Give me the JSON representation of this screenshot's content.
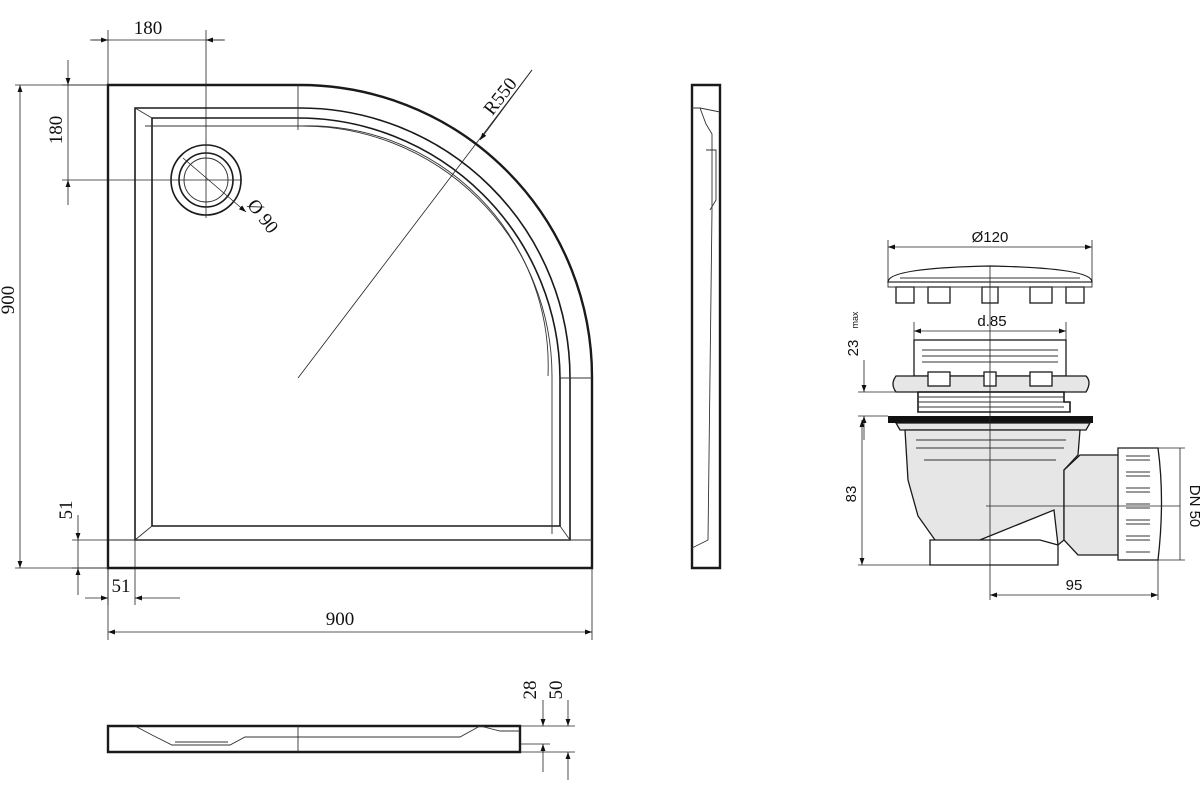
{
  "top_view": {
    "overall_width": "900",
    "overall_height": "900",
    "drain_offset_x": "180",
    "drain_offset_y": "180",
    "radius": "R550",
    "drain_diameter": "Ø 90",
    "rim_width_x": "51",
    "rim_width_y": "51"
  },
  "side_view": {
    "height_inner": "28",
    "height_total": "50"
  },
  "siphon": {
    "cover_diameter": "Ø120",
    "body_diameter": "d.85",
    "max_adjust": "23",
    "max_label": "max",
    "height": "83",
    "outlet_offset": "95",
    "outlet_size": "DN 50"
  }
}
